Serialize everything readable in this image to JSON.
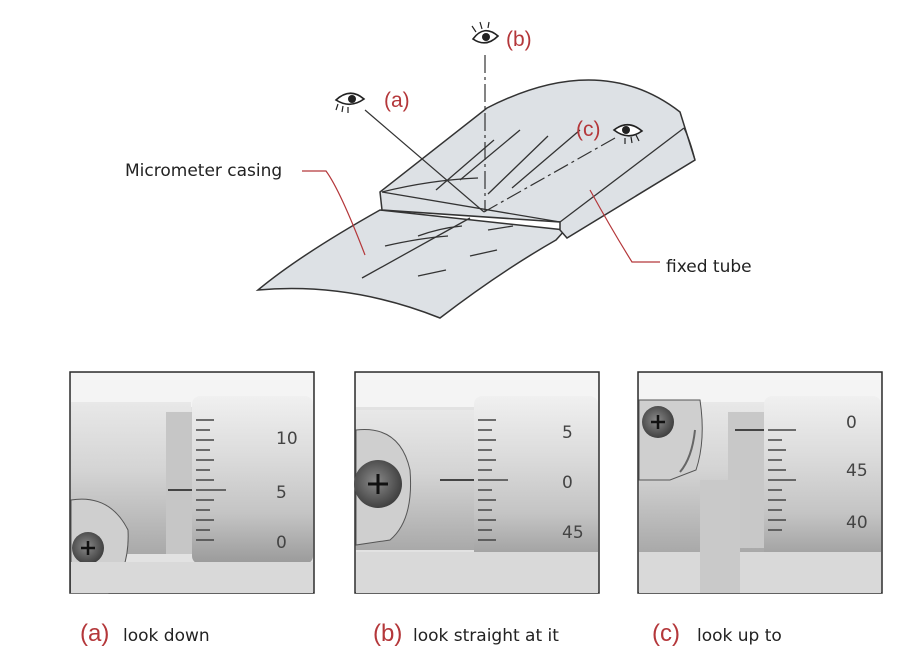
{
  "top_diagram": {
    "casing_label": "Micrometer casing",
    "tube_label": "fixed tube",
    "eye_a": "(a)",
    "eye_b": "(b)",
    "eye_c": "(c)"
  },
  "photos": [
    {
      "scale_top": "10",
      "scale_mid": "5",
      "scale_bot": "0"
    },
    {
      "scale_top": "5",
      "scale_mid": "0",
      "scale_bot": "45"
    },
    {
      "scale_top": "0",
      "scale_mid": "45",
      "scale_bot": "40"
    }
  ],
  "captions": [
    {
      "letter": "(a)",
      "text": "look down"
    },
    {
      "letter": "(b)",
      "text": "look straight at it"
    },
    {
      "letter": "(c)",
      "text": "look up to"
    }
  ]
}
